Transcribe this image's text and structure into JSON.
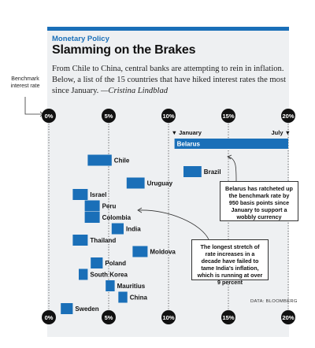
{
  "header": {
    "kicker": "Monetary Policy",
    "headline": "Slamming on the Brakes",
    "dek": "From Chile to China, central banks are attempting to rein in inflation. Below, a list of the 15 countries that have hiked interest rates the most since January.",
    "byline": "—Cristina Lindblad"
  },
  "axis_title": "Benchmark interest rate",
  "source": "DATA: BLOOMBERG",
  "colors": {
    "accent": "#1a6fb8",
    "panel": "#eef0f2",
    "bar": "#1a6fb8",
    "grid": "#333333"
  },
  "chart_data": {
    "type": "bar",
    "orientation": "horizontal floating range",
    "ticks": [
      "0%",
      "5%",
      "10%",
      "15%",
      "20%"
    ],
    "tick_values": [
      0,
      5,
      10,
      15,
      20
    ],
    "xlim": [
      0,
      20
    ],
    "start_label": "January",
    "end_label": "July",
    "series": [
      {
        "country": "Belarus",
        "january": 10.5,
        "july": 20.0,
        "label_inside": true
      },
      {
        "country": "Chile",
        "january": 3.25,
        "july": 5.25
      },
      {
        "country": "Brazil",
        "january": 11.25,
        "july": 12.75
      },
      {
        "country": "Uruguay",
        "january": 6.5,
        "july": 8.0
      },
      {
        "country": "Israel",
        "january": 2.0,
        "july": 3.25
      },
      {
        "country": "Peru",
        "january": 3.0,
        "july": 4.25
      },
      {
        "country": "Colombia",
        "january": 3.0,
        "july": 4.25
      },
      {
        "country": "India",
        "january": 5.25,
        "july": 6.25
      },
      {
        "country": "Thailand",
        "january": 2.0,
        "july": 3.25
      },
      {
        "country": "Moldova",
        "january": 7.0,
        "july": 8.25
      },
      {
        "country": "Poland",
        "january": 3.5,
        "july": 4.5
      },
      {
        "country": "South Korea",
        "january": 2.5,
        "july": 3.25
      },
      {
        "country": "Mauritius",
        "january": 4.75,
        "july": 5.5
      },
      {
        "country": "China",
        "january": 5.81,
        "july": 6.56
      },
      {
        "country": "Sweden",
        "january": 1.0,
        "july": 2.0
      }
    ]
  },
  "annotations": {
    "belarus": "Belarus has ratcheted up the benchmark rate by 950 basis points since January to support a wobbly currency",
    "india": "The longest stretch of rate increases in a decade have failed to tame India's inflation, which is running at over 9 percent"
  }
}
